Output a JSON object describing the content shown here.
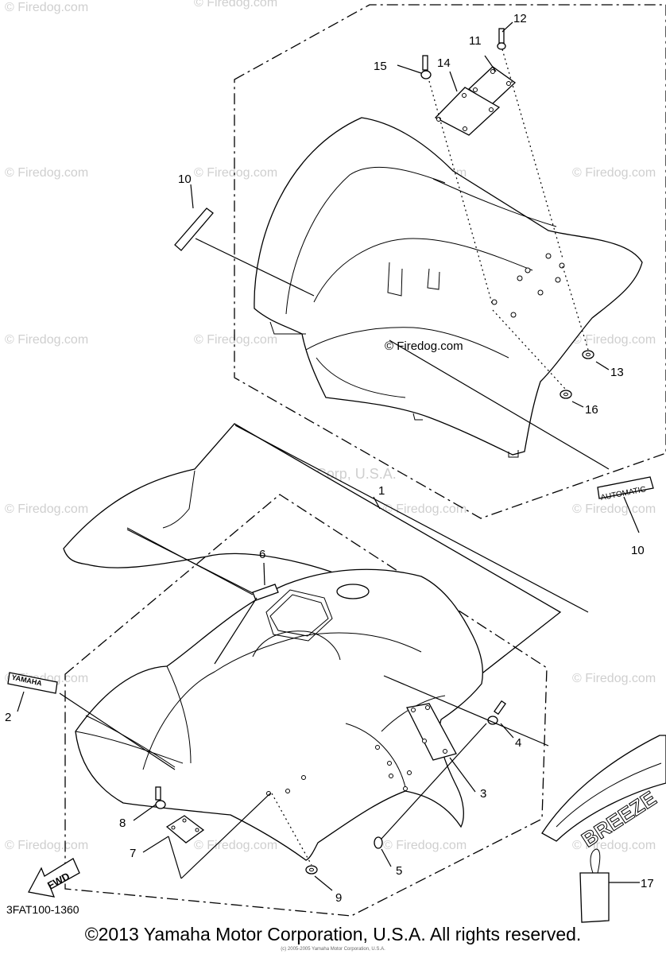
{
  "watermark": {
    "site": "© Firedog.com",
    "center_site": "© Firedog.com",
    "maker": "Yamaha Motor Corp, U.S.A."
  },
  "callouts": {
    "c1": "1",
    "c2": "2",
    "c3": "3",
    "c4": "4",
    "c5": "5",
    "c6": "6",
    "c7": "7",
    "c8": "8",
    "c9": "9",
    "c10a": "10",
    "c10b": "10",
    "c11": "11",
    "c12": "12",
    "c13": "13",
    "c14": "14",
    "c15": "15",
    "c16": "16",
    "c17": "17"
  },
  "decals": {
    "yamaha": "YAMAHA",
    "automatic": "AUTOMATIC",
    "breeze": "BREEZE",
    "fwd": "FWD"
  },
  "diagram_code": "3FAT100-1360",
  "footer": "©2013 Yamaha Motor Corporation, U.S.A. All rights reserved.",
  "tiny_copyright": "(c) 2005-2005 Yamaha Motor Corporation, U.S.A."
}
